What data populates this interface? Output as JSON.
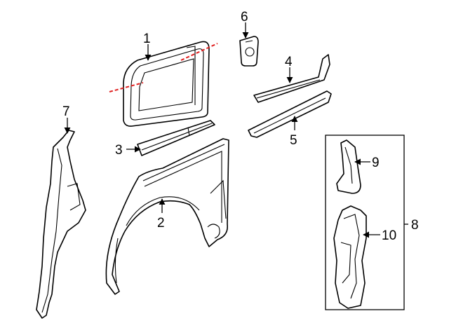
{
  "callouts": {
    "c1": "1",
    "c2": "2",
    "c3": "3",
    "c4": "4",
    "c5": "5",
    "c6": "6",
    "c7": "7",
    "c8": "8",
    "c9": "9",
    "c10": "10"
  },
  "colors": {
    "line": "#000000",
    "cut_line": "#e02020",
    "background": "#ffffff"
  }
}
